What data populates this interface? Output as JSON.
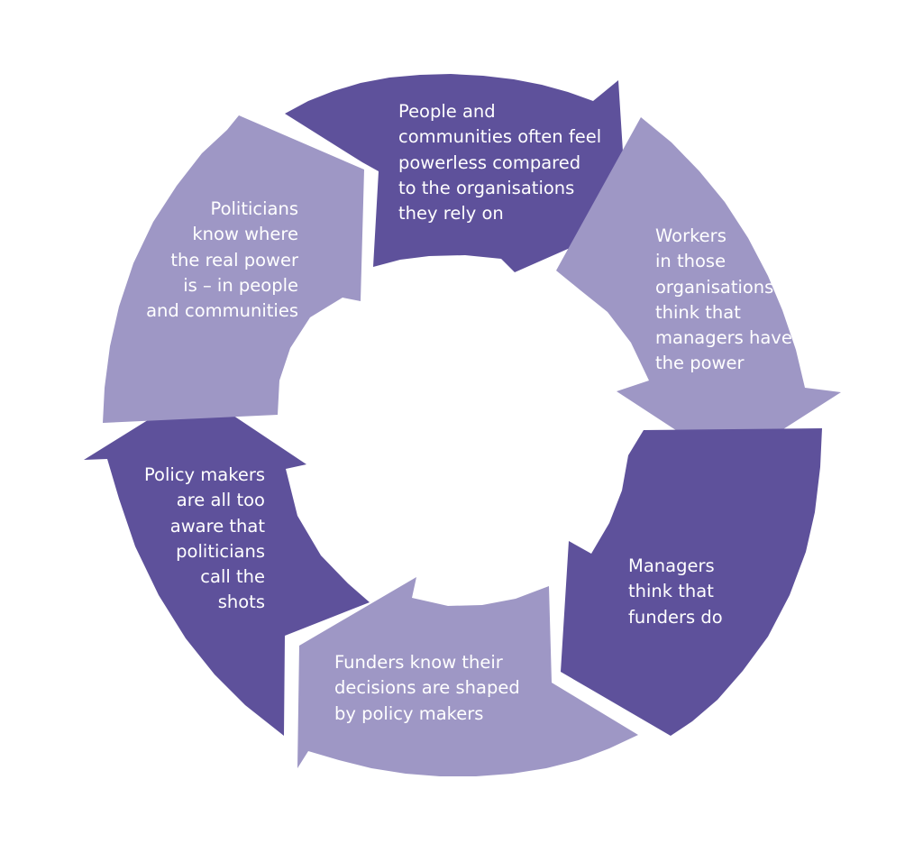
{
  "diagram": {
    "colors": {
      "dark": "#5e519b",
      "light": "#9e97c5",
      "background": "#ffffff"
    },
    "segments": [
      {
        "id": "people-communities",
        "text": "People and\ncommunities often feel\npowerless compared\nto the organisations\nthey rely on",
        "shade": "dark"
      },
      {
        "id": "workers",
        "text": "Workers\nin those\norganisations\nthink that\nmanagers have\nthe power",
        "shade": "light"
      },
      {
        "id": "managers",
        "text": "Managers\nthink that\nfunders do",
        "shade": "dark"
      },
      {
        "id": "funders",
        "text": "Funders know their\ndecisions are shaped\nby policy makers",
        "shade": "light"
      },
      {
        "id": "policy-makers",
        "text": "Policy makers\nare all too\naware that\npoliticians\ncall the\nshots",
        "shade": "dark"
      },
      {
        "id": "politicians",
        "text": "Politicians\nknow where\nthe real power\nis – in people\nand communities",
        "shade": "light"
      }
    ]
  }
}
